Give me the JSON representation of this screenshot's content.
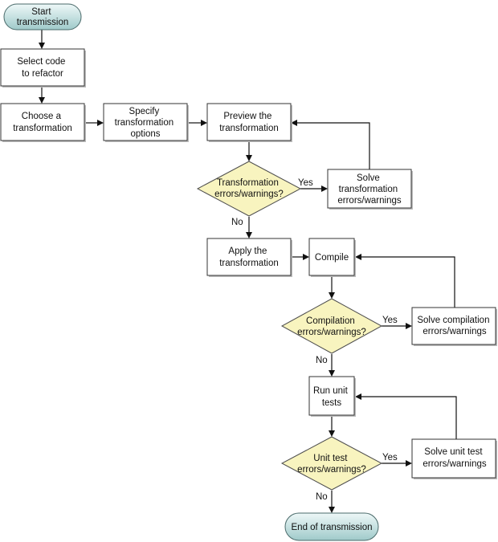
{
  "nodes": {
    "start": {
      "lines": [
        "Start",
        "transmission"
      ]
    },
    "select": {
      "lines": [
        "Select code",
        "to refactor"
      ]
    },
    "choose": {
      "lines": [
        "Choose a",
        "transformation"
      ]
    },
    "specify": {
      "lines": [
        "Specify",
        "transformation",
        "options"
      ]
    },
    "preview": {
      "lines": [
        "Preview the",
        "transformation"
      ]
    },
    "d_transform": {
      "lines": [
        "Transformation",
        "errors/warnings?"
      ]
    },
    "solve_trans": {
      "lines": [
        "Solve",
        "transformation",
        "errors/warnings"
      ]
    },
    "apply": {
      "lines": [
        "Apply the",
        "transformation"
      ]
    },
    "compile": {
      "lines": [
        "Compile"
      ]
    },
    "d_compile": {
      "lines": [
        "Compilation",
        "errors/warnings?"
      ]
    },
    "solve_comp": {
      "lines": [
        "Solve compilation",
        "errors/warnings"
      ]
    },
    "run_tests": {
      "lines": [
        "Run unit",
        "tests"
      ]
    },
    "d_tests": {
      "lines": [
        "Unit test",
        "errors/warnings?"
      ]
    },
    "solve_tests": {
      "lines": [
        "Solve unit test",
        "errors/warnings"
      ]
    },
    "end": {
      "lines": [
        "End of transmission"
      ]
    }
  },
  "edge_labels": {
    "yes": "Yes",
    "no": "No"
  },
  "colors": {
    "terminal_top": "#eef8f8",
    "terminal_bottom": "#9fcaca",
    "decision_fill": "#f8f4bf",
    "box_stroke": "#333333"
  }
}
